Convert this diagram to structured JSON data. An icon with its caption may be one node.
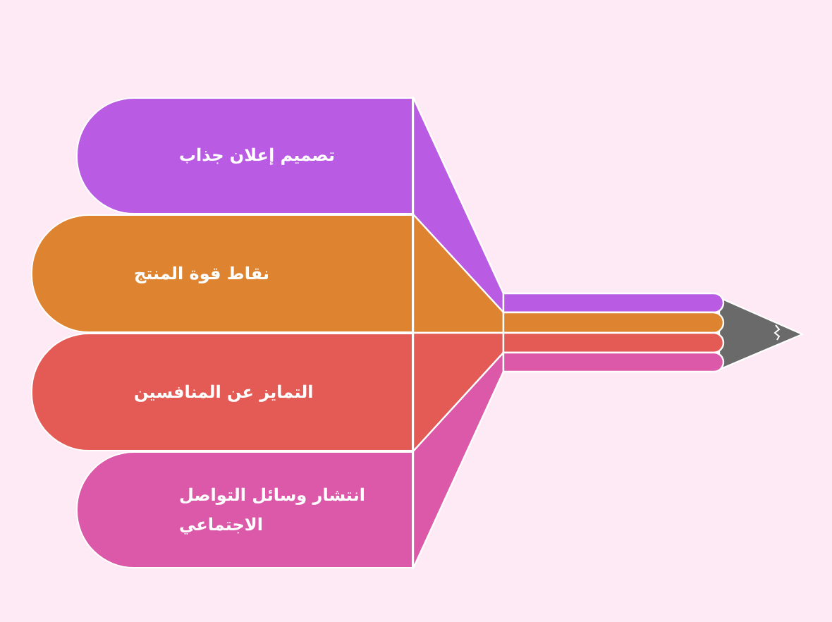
{
  "diagram": {
    "nodes": [
      {
        "text": [
          "تصميم إعلان جذاب"
        ]
      },
      {
        "text": [
          "نقاط قوة المنتج"
        ]
      },
      {
        "text": [
          "التمايز عن المنافسين"
        ]
      },
      {
        "text": [
          "انتشار وسائل التواصل الاجتماعي"
        ]
      }
    ]
  }
}
